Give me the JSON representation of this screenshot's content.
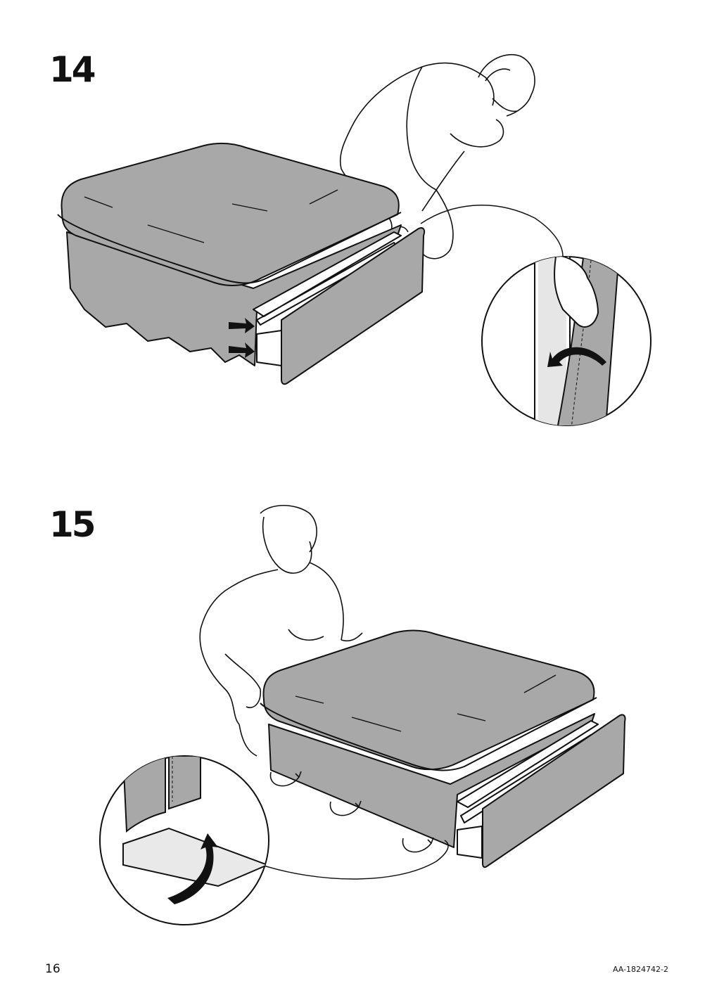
{
  "steps": [
    {
      "number": "14"
    },
    {
      "number": "15"
    }
  ],
  "footer": {
    "page_number": "16",
    "document_code": "AA-1824742-2"
  },
  "colors": {
    "fabric": "#a8a8a8",
    "line": "#111111",
    "background": "#ffffff"
  }
}
